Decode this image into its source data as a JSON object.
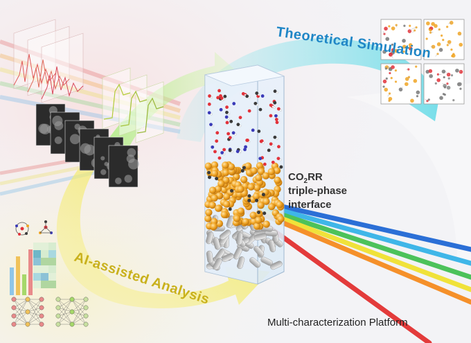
{
  "labels": {
    "theoretical_simulation": "Theoretical Simulation",
    "ai_analysis": "AI-assisted Analysis",
    "platform": "Multi-characterization Platform",
    "interface_line1_main": "CO",
    "interface_line1_sub": "2",
    "interface_line1_rest": "RR",
    "interface_line2": "triple-phase",
    "interface_line3": "interface"
  },
  "colors": {
    "cyan_arrow": "#5fd9e6",
    "green_arrow": "#b6f08a",
    "yellow_arrow": "#f4ea4e",
    "sim_text": "#1f86c6",
    "ai_text": "#c9b11c",
    "nanoparticle": "#f0a524",
    "support": "#c9c9c9",
    "oxygen": "#e2323a",
    "carbon": "#3a3a3a",
    "blue_atom": "#3a3ab8"
  },
  "icons": [
    "spectra-stack-icon",
    "microscopy-image-stack-icon",
    "xas-spectra-icon",
    "molecular-dynamics-snapshot-icon",
    "molecule-graph-icon",
    "bar-chart-icon",
    "heatmap-icon",
    "neural-network-icon",
    "light-spectrum-beam-icon",
    "electrode-cell-icon"
  ]
}
